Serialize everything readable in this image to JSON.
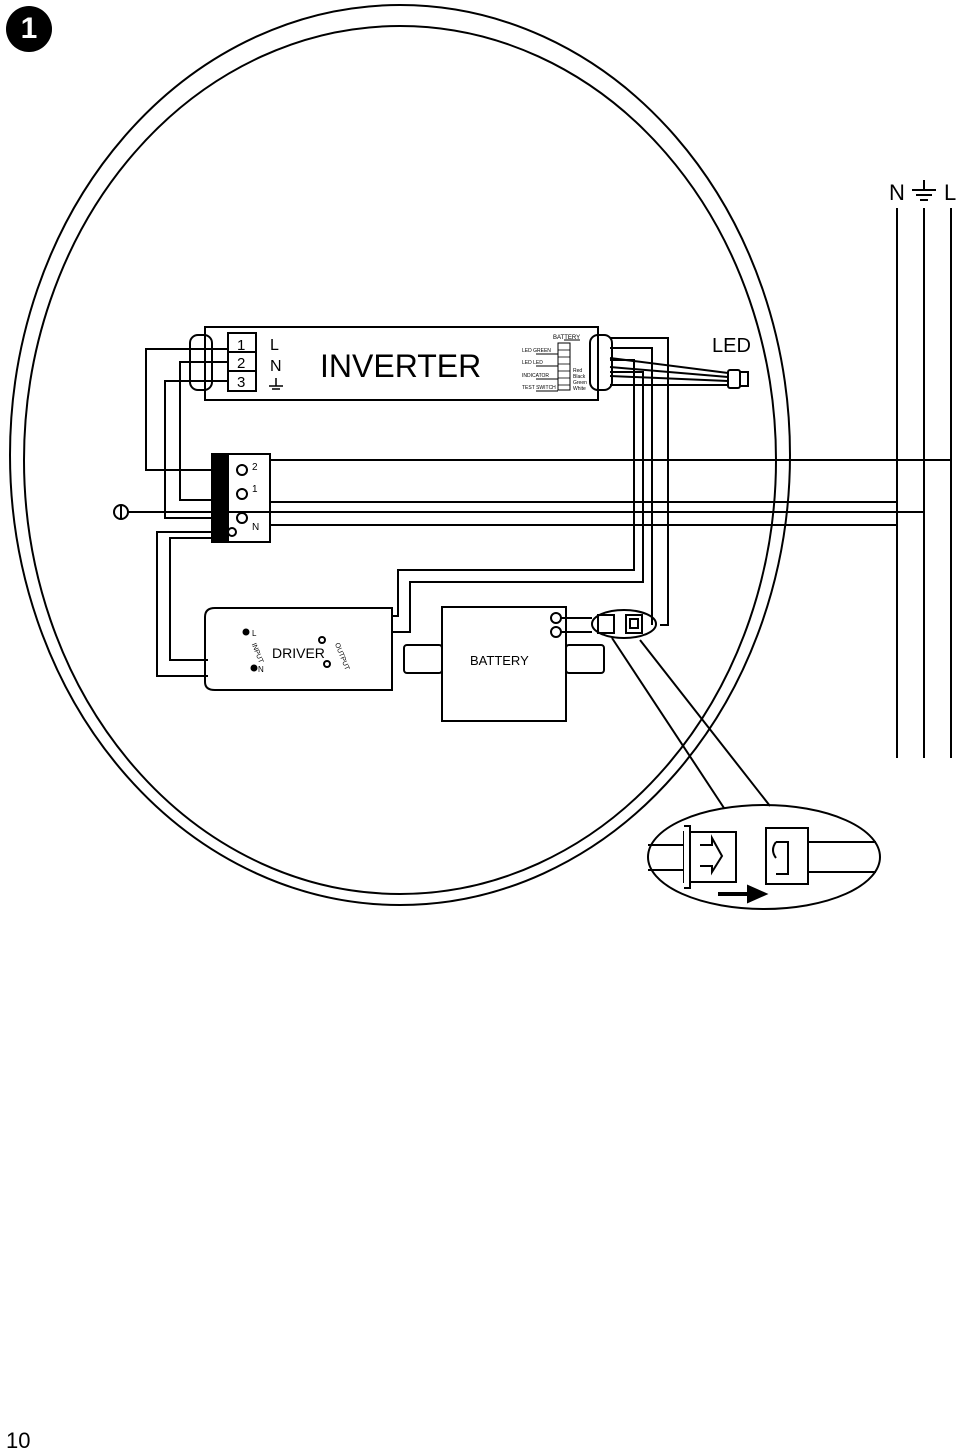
{
  "step_badge": "1",
  "page_number": "10",
  "mains": {
    "n": "N",
    "l": "L"
  },
  "led_label": "LED",
  "inverter": {
    "title": "INVERTER",
    "terminal_numbers": [
      "1",
      "2",
      "3"
    ],
    "terminal_labels": [
      "L",
      "N"
    ],
    "battery_label": "BATTERY",
    "port_labels": [
      "LED GREEN",
      "LED LED",
      "INDICATOR",
      "TEST SWITCH"
    ],
    "wire_colors": [
      "Red",
      "Black",
      "Green",
      "White"
    ]
  },
  "terminal_block": {
    "labels": [
      "2",
      "1",
      "N"
    ]
  },
  "driver": {
    "title": "DRIVER",
    "input_label": "INPUT",
    "output_label": "OUTPUT",
    "l": "L",
    "n": "N"
  },
  "battery_box": {
    "title": "BATTERY"
  }
}
